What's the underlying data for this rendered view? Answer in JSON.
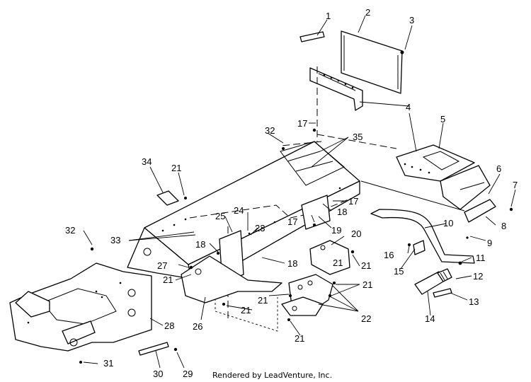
{
  "diagram": {
    "footer": "Rendered by LeadVenture, Inc.",
    "callouts": [
      "1",
      "2",
      "3",
      "4",
      "5",
      "6",
      "7",
      "8",
      "9",
      "10",
      "11",
      "12",
      "13",
      "14",
      "15",
      "16",
      "17",
      "17",
      "17",
      "18",
      "18",
      "18",
      "19",
      "20",
      "21",
      "21",
      "21",
      "21",
      "21",
      "21",
      "21",
      "21",
      "22",
      "23",
      "24",
      "25",
      "26",
      "27",
      "28",
      "29",
      "30",
      "31",
      "32",
      "32",
      "33",
      "34",
      "35"
    ]
  }
}
